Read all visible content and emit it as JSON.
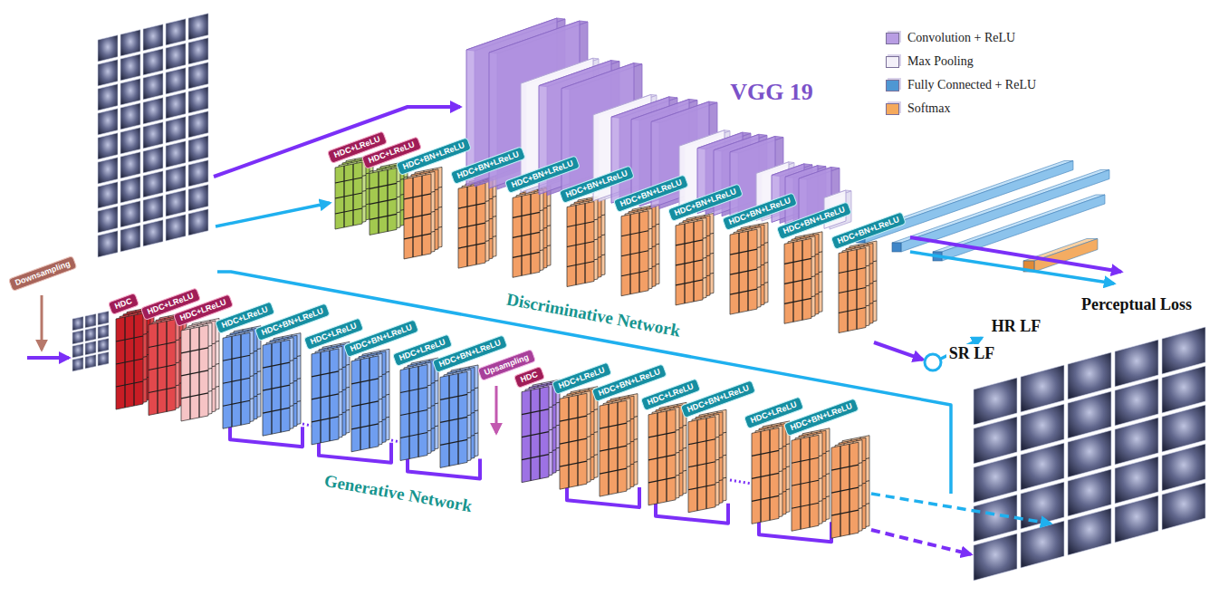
{
  "diagram": {
    "nodes": [
      {
        "text": [
          "HDC+LReLU"
        ]
      },
      {
        "text": [
          "HDC+LReLU"
        ]
      },
      {
        "text": [
          "HDC+BN+LReLU"
        ]
      },
      {
        "text": [
          "HDC+BN+LReLU"
        ]
      },
      {
        "text": [
          "HDC+BN+LReLU"
        ]
      },
      {
        "text": [
          "HDC+BN+LReLU"
        ]
      },
      {
        "text": [
          "HDC+BN+LReLU"
        ]
      },
      {
        "text": [
          "HDC+BN+LReLU"
        ]
      },
      {
        "text": [
          "HDC+BN+LReLU"
        ]
      },
      {
        "text": [
          "HDC+BN+LReLU"
        ]
      },
      {
        "text": [
          "HDC+BN+LReLU"
        ]
      },
      {
        "text": [
          "Downsampling"
        ]
      },
      {
        "text": [
          "HDC"
        ]
      },
      {
        "text": [
          "HDC+LReLU"
        ]
      },
      {
        "text": [
          "HDC+LReLU"
        ]
      },
      {
        "text": [
          "HDC+LReLU"
        ]
      },
      {
        "text": [
          "HDC+BN+LReLU"
        ]
      },
      {
        "text": [
          "HDC+LReLU"
        ]
      },
      {
        "text": [
          "HDC+BN+LReLU"
        ]
      },
      {
        "text": [
          "HDC+LReLU"
        ]
      },
      {
        "text": [
          "HDC+BN+LReLU"
        ]
      },
      {
        "text": [
          "Upsampling"
        ]
      },
      {
        "text": [
          "HDC"
        ]
      },
      {
        "text": [
          "HDC+LReLU"
        ]
      },
      {
        "text": [
          "HDC+BN+LReLU"
        ]
      },
      {
        "text": [
          "HDC+LReLU"
        ]
      },
      {
        "text": [
          "HDC+BN+LReLU"
        ]
      },
      {
        "text": [
          "HDC+LReLU"
        ]
      },
      {
        "text": [
          "HDC+BN+LReLU"
        ]
      }
    ],
    "labels": [
      "VGG 19",
      "Discriminative Network",
      "HR LF",
      "SR LF",
      "Perceptual Loss",
      "Generative Network"
    ],
    "legend": [
      {
        "text": "Convolution + ReLU",
        "color": "#b89de3"
      },
      {
        "text": "Max Pooling",
        "color": "#f3f0f9"
      },
      {
        "text": "Fully Connected + ReLU",
        "color": "#4f97d3"
      },
      {
        "text": "Softmax",
        "color": "#f5a95c"
      }
    ]
  }
}
